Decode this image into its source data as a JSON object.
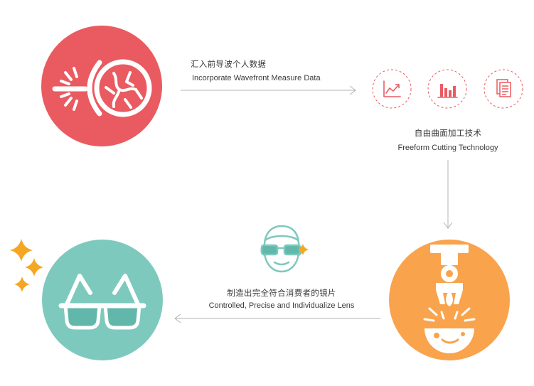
{
  "colors": {
    "red": "#E95B61",
    "orange": "#F9A34C",
    "teal": "#7DC9BE",
    "lens": "#62B7AB",
    "arrow": "#B3B3B3",
    "sparkle": "#F5A623",
    "text": "#3A3A3A"
  },
  "steps": [
    {
      "zh": "汇入前导波个人数据",
      "en": "Incorporate Wavefront Measure Data",
      "icon": "wavefront-eye-icon"
    },
    {
      "zh": "自由曲面加工技术",
      "en": "Freeform Cutting Technology",
      "icon": "freeform-cutting-machine-icon"
    },
    {
      "zh": "制造出完全符合消费者的镜片",
      "en": "Controlled, Precise and Individualize Lens",
      "icon": "glasses-icon"
    }
  ],
  "data_icons": [
    "line-chart-icon",
    "bar-chart-icon",
    "document-icon"
  ],
  "extra_icons": [
    "customer-face-icon",
    "sparkle-icon"
  ]
}
